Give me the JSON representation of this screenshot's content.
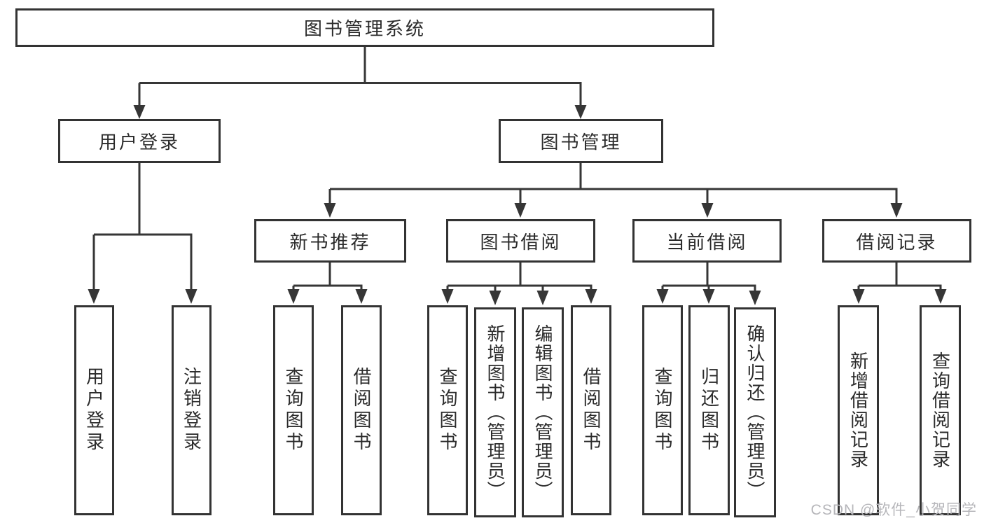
{
  "diagram": {
    "root": {
      "label": "图书管理系统"
    },
    "level2": [
      {
        "label": "用户登录"
      },
      {
        "label": "图书管理"
      }
    ],
    "user_login_children": [
      {
        "label": "用户登录"
      },
      {
        "label": "注销登录"
      }
    ],
    "book_management_children": [
      {
        "label": "新书推荐"
      },
      {
        "label": "图书借阅"
      },
      {
        "label": "当前借阅"
      },
      {
        "label": "借阅记录"
      }
    ],
    "new_book_children": [
      {
        "label": "查询图书"
      },
      {
        "label": "借阅图书"
      }
    ],
    "book_borrow_children": [
      {
        "label": "查询图书"
      },
      {
        "label": "新增图书（管理员）"
      },
      {
        "label": "编辑图书（管理员）"
      },
      {
        "label": "借阅图书"
      }
    ],
    "current_borrow_children": [
      {
        "label": "查询图书"
      },
      {
        "label": "归还图书"
      },
      {
        "label": "确认归还（管理员）"
      }
    ],
    "borrow_record_children": [
      {
        "label": "新增借阅记录"
      },
      {
        "label": "查询借阅记录"
      }
    ]
  },
  "watermark": {
    "text": "CSDN @软件_小贺同学",
    "color": "#b6b6ba"
  },
  "colors": {
    "line": "#363636",
    "box_border": "#333333",
    "text": "#2b2b2b",
    "background": "#ffffff"
  }
}
